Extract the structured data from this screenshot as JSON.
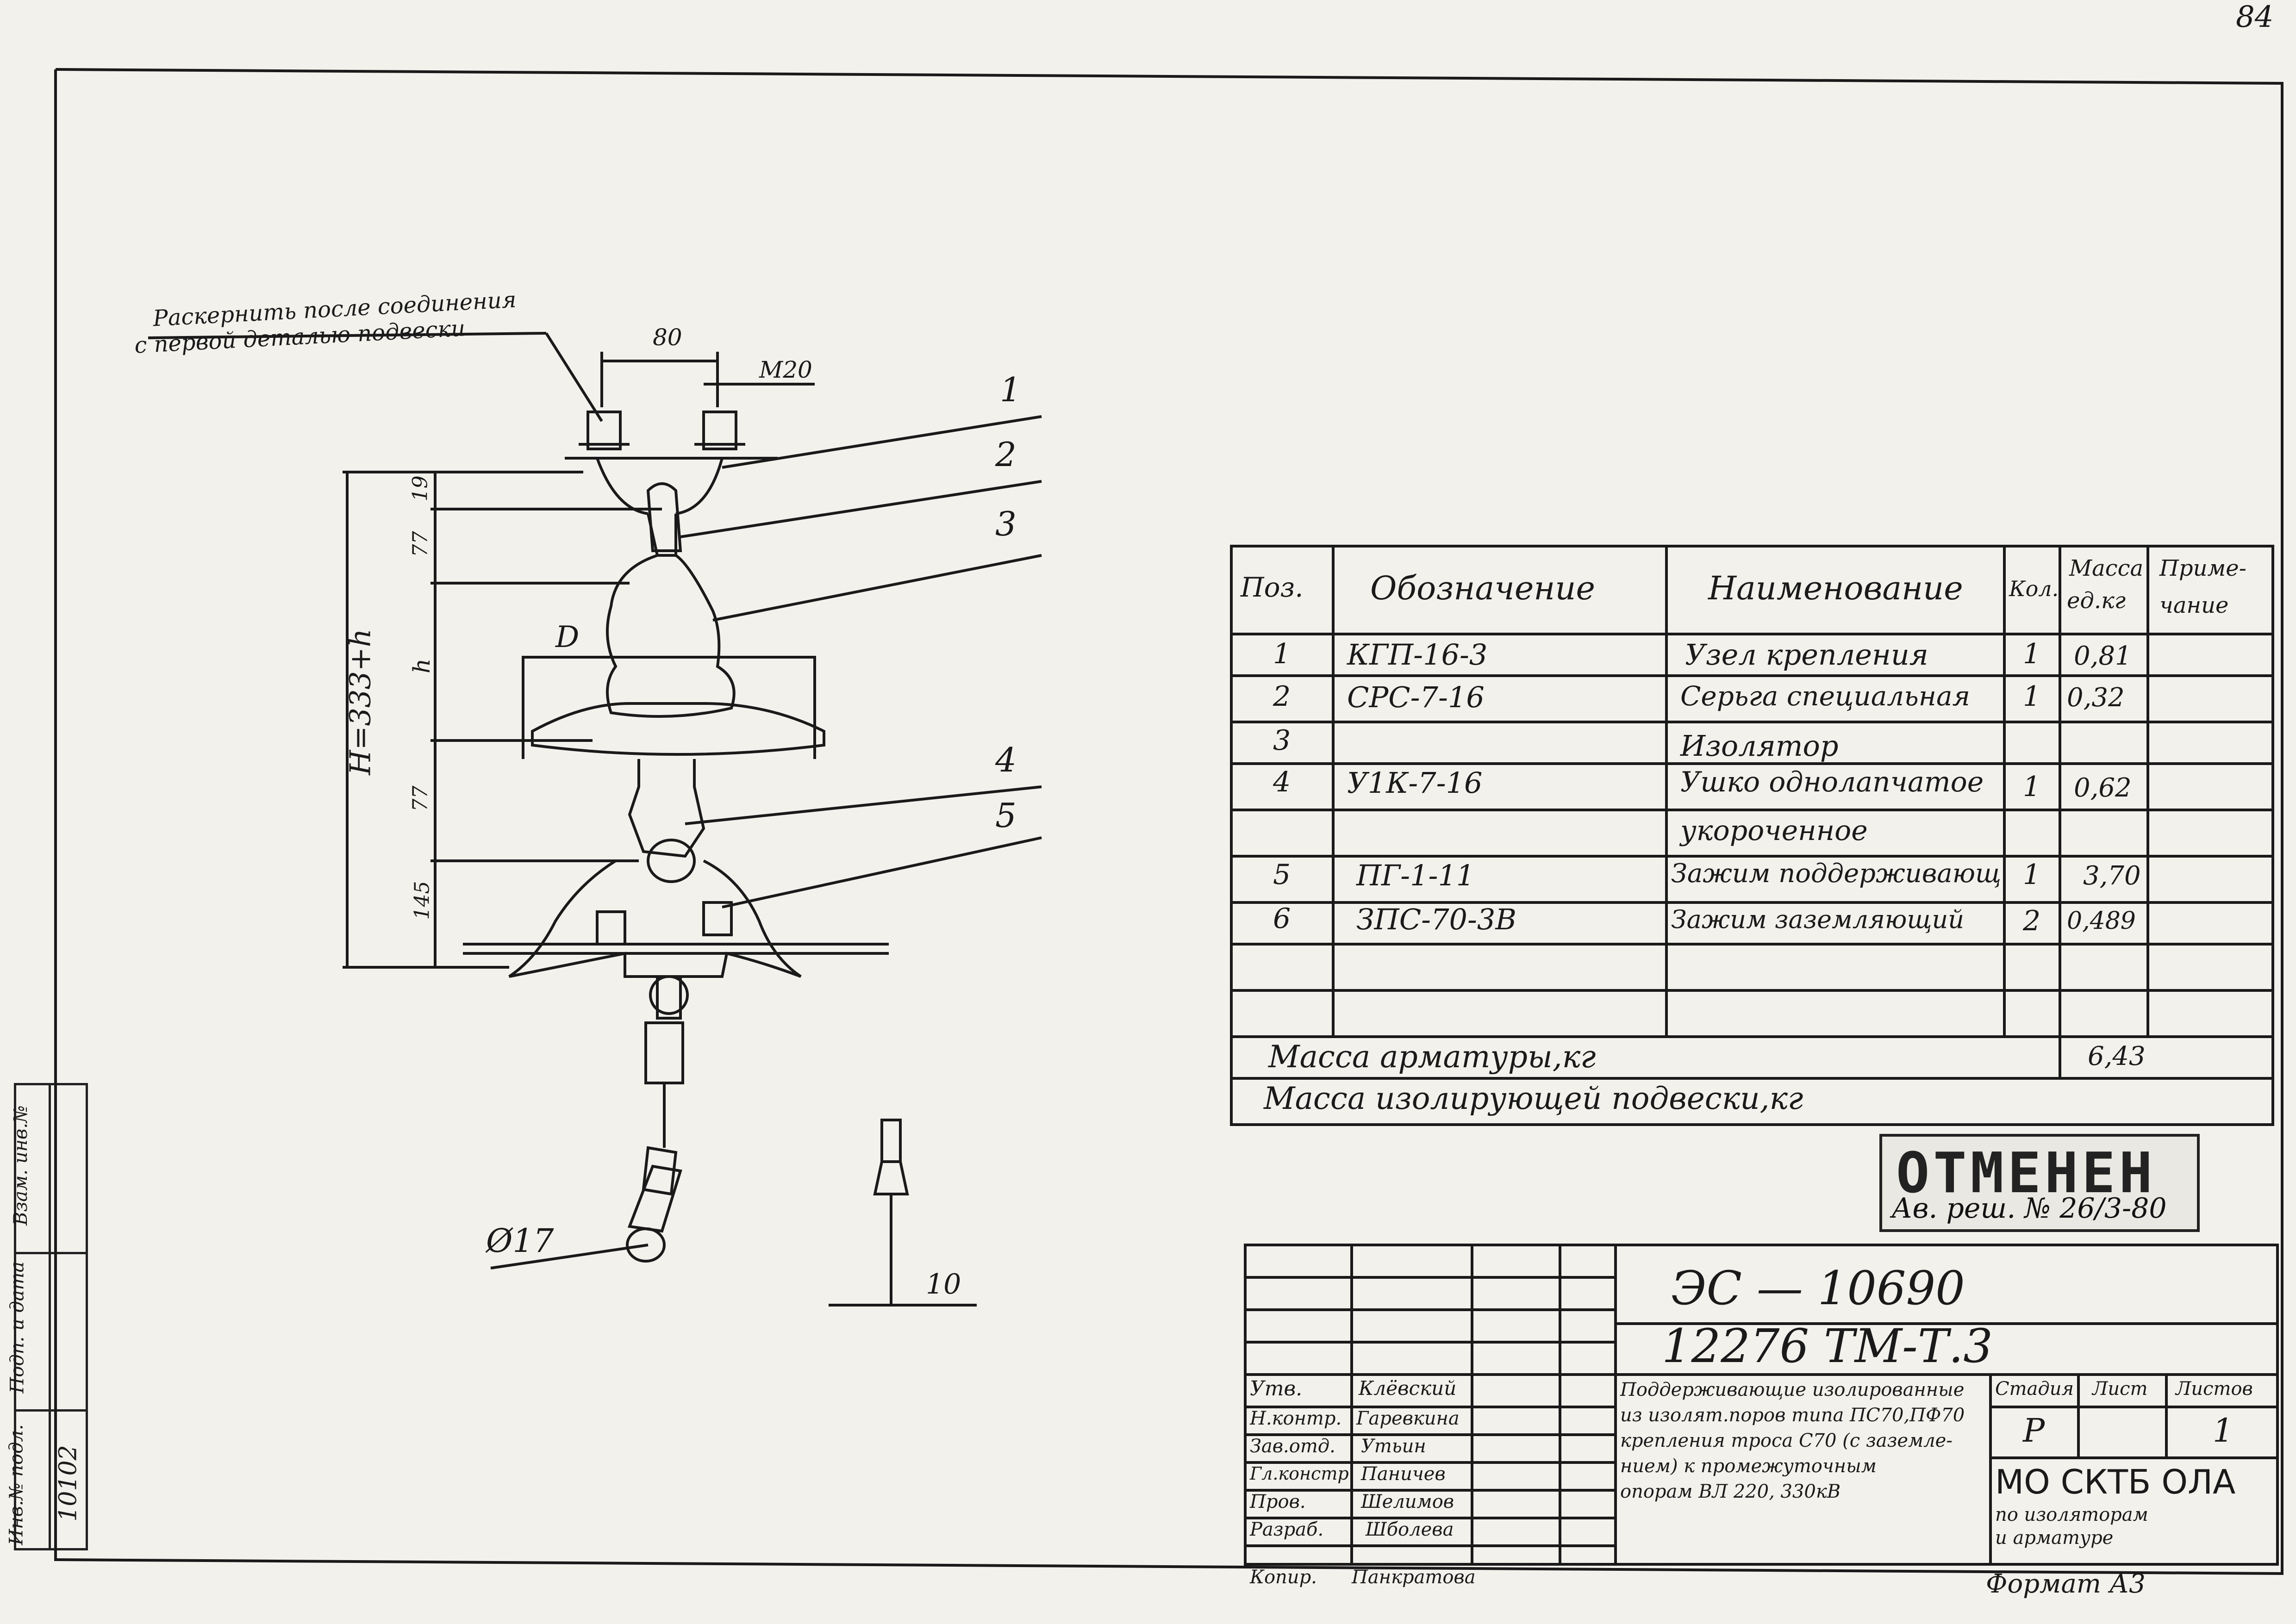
{
  "page_number": "84",
  "drawing": {
    "note_line1": "Раскернить после соединения",
    "note_line2": "с первой деталью подвески",
    "dim_80": "80",
    "thread": "М20",
    "dim_19": "19",
    "dim_77_top": "77",
    "dim_h": "h",
    "dim_H": "H=333+h",
    "dim_77_bottom": "77",
    "dim_145": "145",
    "dia_D": "D",
    "dia_17": "Ø17",
    "dim_10": "10",
    "callouts": [
      "1",
      "2",
      "3",
      "4",
      "5"
    ]
  },
  "spec_table": {
    "headers": {
      "pos": "Поз.",
      "designation": "Обозначение",
      "name": "Наименование",
      "qty": "Кол.",
      "mass_l1": "Масса",
      "mass_l2": "ед.кг",
      "note_l1": "Приме-",
      "note_l2": "чание"
    },
    "rows": [
      {
        "pos": "1",
        "designation": "КГП-16-3",
        "name": "Узел крепления",
        "qty": "1",
        "mass": "0,81"
      },
      {
        "pos": "2",
        "designation": "СРС-7-16",
        "name": "Серьга специальная",
        "qty": "1",
        "mass": "0,32"
      },
      {
        "pos": "3",
        "designation": "",
        "name": "Изолятор",
        "qty": "",
        "mass": ""
      },
      {
        "pos": "4",
        "designation": "У1К-7-16",
        "name": "Ушко однолапчатое",
        "qty": "1",
        "mass": "0,62"
      },
      {
        "pos": "",
        "designation": "",
        "name": "укороченное",
        "qty": "",
        "mass": ""
      },
      {
        "pos": "5",
        "designation": "ПГ-1-11",
        "name": "Зажим поддерживающ",
        "qty": "1",
        "mass": "3,70"
      },
      {
        "pos": "6",
        "designation": "ЗПС-70-3В",
        "name": "Зажим заземляющий",
        "qty": "2",
        "mass": "0,489"
      }
    ],
    "total_armature_label": "Масса арматуры,кг",
    "total_armature_value": "6,43",
    "total_suspension_label": "Масса изолирующей подвески,кг"
  },
  "stamp": {
    "title": "ОТМЕНЕН",
    "subtext": "Ав. реш. № 26/3-80"
  },
  "title_block": {
    "code1": "ЭС — 10690",
    "code2": "12276 ТМ-Т.3",
    "roles": [
      {
        "role": "Утв.",
        "name": "Клёвский"
      },
      {
        "role": "Н.контр.",
        "name": "Гаревкина"
      },
      {
        "role": "Зав.отд.",
        "name": "Утьин"
      },
      {
        "role": "Гл.констр.",
        "name": "Паничев"
      },
      {
        "role": "Пров.",
        "name": "Шелимов"
      },
      {
        "role": "Разраб.",
        "name": "Шболева"
      }
    ],
    "copied_label": "Копир.",
    "copied_name": "Панкратова",
    "description_lines": [
      "Поддерживающие изолированные",
      "из изолят.поров типа ПС70,ПФ70",
      "крепления троса С70 (с заземле-",
      "нием) к промежуточным",
      "опорам ВЛ 220, 330кВ"
    ],
    "stage_label": "Стадия",
    "sheet_label": "Лист",
    "sheets_label": "Листов",
    "stage": "Р",
    "sheets": "1",
    "org_line1": "МО СКТБ ОЛА",
    "org_line2": "по изоляторам",
    "org_line3": "и арматуре",
    "format": "Формат А3"
  },
  "side_strip": {
    "inv_label": "Инв.№ подл.",
    "sign_label": "Подп. и дата",
    "replace_label": "Взам. инв.№",
    "inv_value": "10102"
  }
}
